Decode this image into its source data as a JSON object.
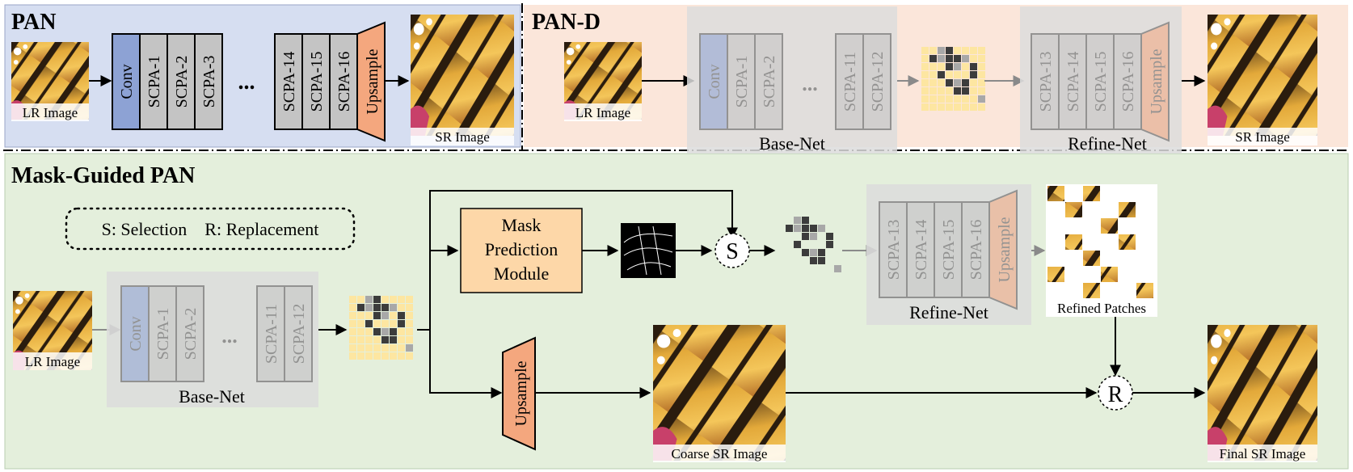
{
  "panels": {
    "pan": {
      "title": "PAN"
    },
    "pan_d": {
      "title": "PAN-D"
    },
    "mask_guided": {
      "title": "Mask-Guided PAN"
    }
  },
  "pan": {
    "lr_caption": "LR Image",
    "sr_caption": "SR Image",
    "conv": "Conv",
    "blocks_a": [
      "SCPA-1",
      "SCPA-2",
      "SCPA-3"
    ],
    "ellipsis": "...",
    "blocks_b": [
      "SCPA-14",
      "SCPA-15",
      "SCPA-16"
    ],
    "upsample": "Upsample"
  },
  "pan_d": {
    "lr_caption": "LR Image",
    "sr_caption": "SR Image",
    "conv": "Conv",
    "base_blocks_a": [
      "SCPA-1",
      "SCPA-2"
    ],
    "ellipsis": "...",
    "base_blocks_b": [
      "SCPA-11",
      "SCPA-12"
    ],
    "base_label": "Base-Net",
    "refine_blocks": [
      "SCPA-13",
      "SCPA-14",
      "SCPA-15",
      "SCPA-16"
    ],
    "upsample": "Upsample",
    "refine_label": "Refine-Net"
  },
  "mg": {
    "legend": "S: Selection    R: Replacement",
    "lr_caption": "LR Image",
    "conv": "Conv",
    "base_blocks_a": [
      "SCPA-1",
      "SCPA-2"
    ],
    "ellipsis": "...",
    "base_blocks_b": [
      "SCPA-11",
      "SCPA-12"
    ],
    "base_label": "Base-Net",
    "mask_module": [
      "Mask",
      "Prediction",
      "Module"
    ],
    "select_op": "S",
    "replace_op": "R",
    "refine_blocks": [
      "SCPA-13",
      "SCPA-14",
      "SCPA-15",
      "SCPA-16"
    ],
    "upsample_refine": "Upsample",
    "refine_label": "Refine-Net",
    "refined_caption": "Refined Patches",
    "upsample_coarse": "Upsample",
    "coarse_caption": "Coarse SR Image",
    "final_caption": "Final SR Image"
  },
  "colors": {
    "pan_bg": "#d6def1",
    "pan_d_bg": "#fbe6da",
    "mg_bg": "#e4efdc",
    "conv": "#8da2d4",
    "scpa": "#c4c4c4",
    "upsample": "#f4a77e",
    "mask_module": "#fdd7a8",
    "grid_light": "#fde6a1",
    "grid_dark": "#3c3c3c"
  }
}
